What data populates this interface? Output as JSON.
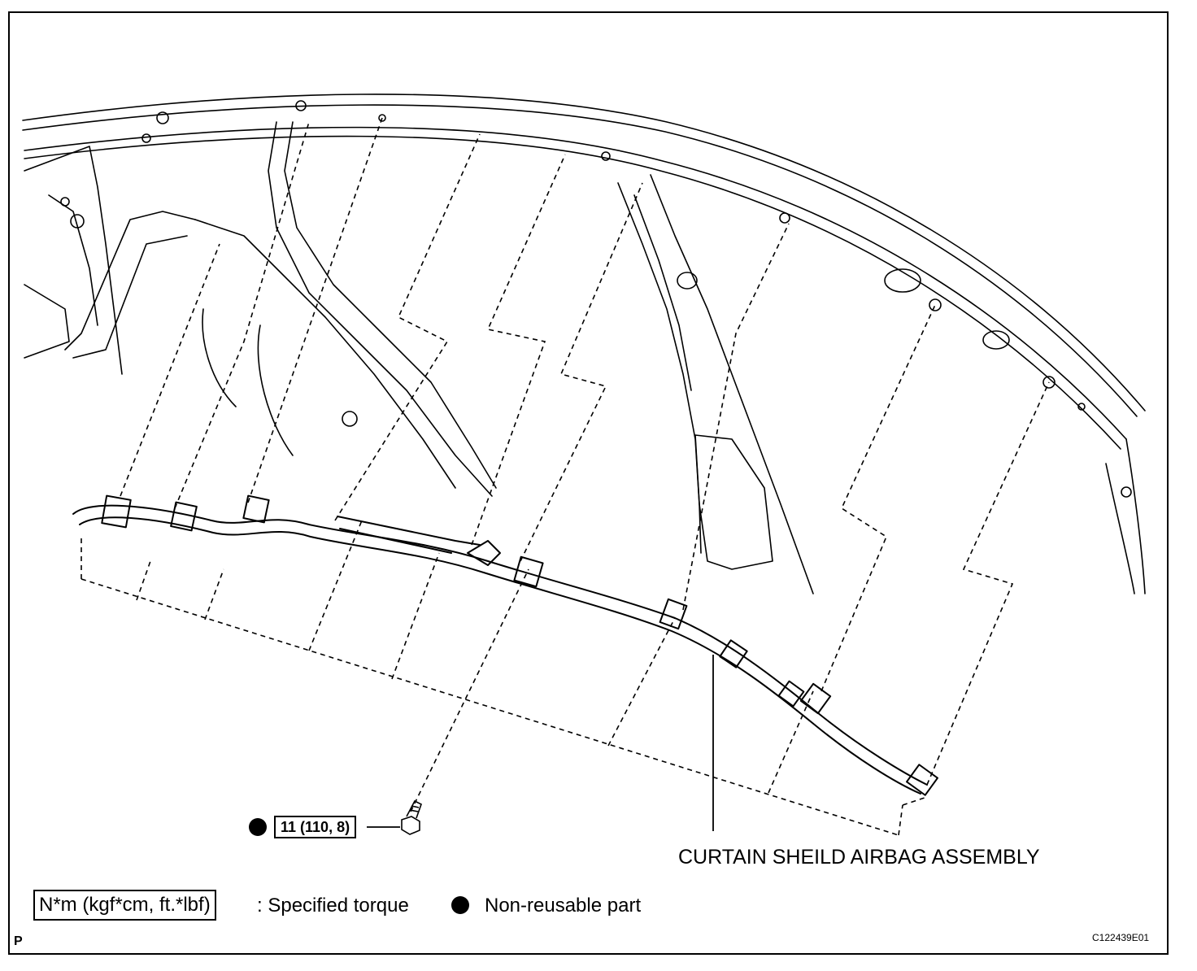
{
  "part_label": "CURTAIN SHEILD AIRBAG ASSEMBLY",
  "torque_spec": "11 (110, 8)",
  "legend": {
    "torque_unit": "N*m (kgf*cm, ft.*lbf)",
    "torque_desc": ": Specified torque",
    "nonreusable_desc": "Non-reusable part"
  },
  "page_code": "P",
  "figure_code": "C122439E01",
  "icons": {
    "nonreusable": "black-dot-icon",
    "bolt": "bolt-icon"
  }
}
